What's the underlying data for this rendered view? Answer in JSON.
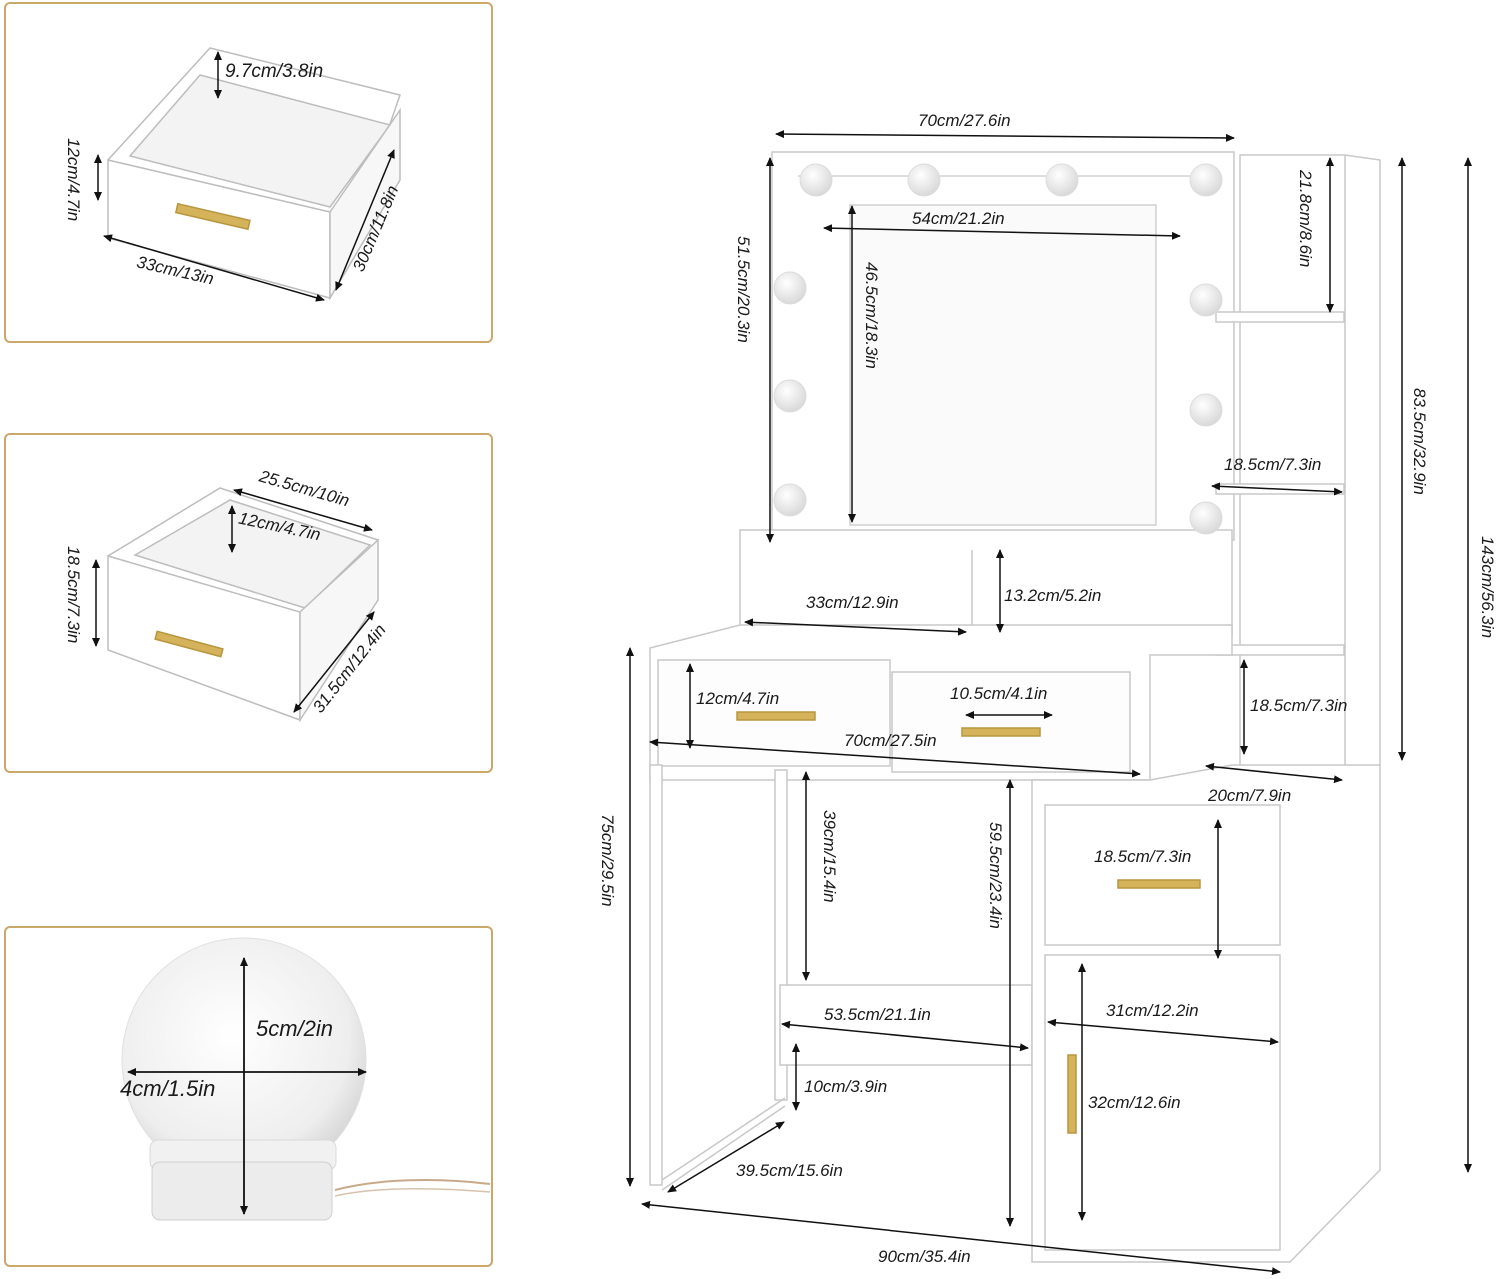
{
  "drawer_top": {
    "inner_height": "9.7cm/3.8in",
    "front_height": "12cm/4.7in",
    "width": "33cm/13in",
    "depth": "30cm/11.8in"
  },
  "drawer_side": {
    "width": "25.5cm/10in",
    "inner_height": "12cm/4.7in",
    "front_height": "18.5cm/7.3in",
    "depth": "31.5cm/12.4in"
  },
  "bulb": {
    "height": "5cm/2in",
    "width": "4cm/1.5in"
  },
  "vanity": {
    "top_width": "70cm/27.6in",
    "mirror_width": "54cm/21.2in",
    "mirror_height": "46.5cm/18.3in",
    "frame_height": "51.5cm/20.3in",
    "shelf_top_gap": "21.8cm/8.6in",
    "shelf_gap_mid": "18.5cm/7.3in",
    "shelf_gap_low": "18.5cm/7.3in",
    "tower_height": "83.5cm/32.9in",
    "total_height": "143cm/56.3in",
    "cubby_width": "33cm/12.9in",
    "cubby_height": "13.2cm/5.2in",
    "drawer_front_height": "12cm/4.7in",
    "drawer_front_width": "10.5cm/4.1in",
    "desk_width": "70cm/27.5in",
    "shelf_depth": "20cm/7.9in",
    "knee_height": "39cm/15.4in",
    "under_height": "59.5cm/23.4in",
    "desk_height": "75cm/29.5in",
    "cabinet_drawer_height": "18.5cm/7.3in",
    "footrest_width": "53.5cm/21.1in",
    "cabinet_width": "31cm/12.2in",
    "footrest_height": "10cm/3.9in",
    "cabinet_door_height": "32cm/12.6in",
    "depth": "39.5cm/15.6in",
    "total_width": "90cm/35.4in"
  },
  "colors": {
    "panel_border": "#c9a86a",
    "handle": "#d4b35a",
    "arrow": "#111111"
  }
}
